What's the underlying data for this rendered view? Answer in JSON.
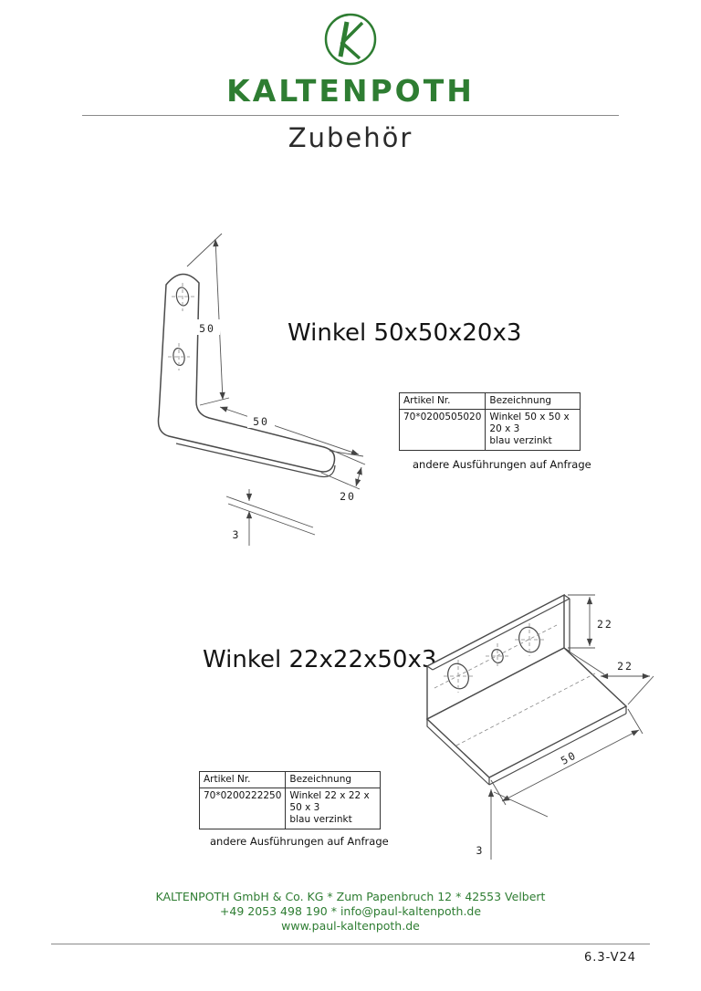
{
  "brand": {
    "name": "KALTENPOTH",
    "logo_icon": "kaltenpoth-k-circle-logo",
    "color": "#2e7d32"
  },
  "page_title": "Zubehör",
  "products": [
    {
      "title": "Winkel 50x50x20x3",
      "table": {
        "col1_header": "Artikel Nr.",
        "col2_header": "Bezeichnung",
        "artikel_nr": "70*0200505020",
        "bezeichnung_line1": "Winkel 50 x 50 x 20 x 3",
        "bezeichnung_line2": "blau verzinkt"
      },
      "note": "andere Ausführungen auf Anfrage",
      "dims": {
        "height": "50",
        "length": "50",
        "width": "20",
        "thickness": "3"
      }
    },
    {
      "title": "Winkel 22x22x50x3",
      "table": {
        "col1_header": "Artikel Nr.",
        "col2_header": "Bezeichnung",
        "artikel_nr": "70*0200222250",
        "bezeichnung_line1": "Winkel 22 x 22 x 50 x 3",
        "bezeichnung_line2": "blau verzinkt"
      },
      "note": "andere Ausführungen auf Anfrage",
      "dims": {
        "leg1": "22",
        "leg2": "22",
        "length": "50",
        "thickness": "3"
      }
    }
  ],
  "footer": {
    "line1": "KALTENPOTH GmbH & Co. KG * Zum Papenbruch 12 * 42553 Velbert",
    "line2": "+49 2053 498 190 * info@paul-kaltenpoth.de",
    "line3": "www.paul-kaltenpoth.de",
    "version": "6.3-V24"
  }
}
